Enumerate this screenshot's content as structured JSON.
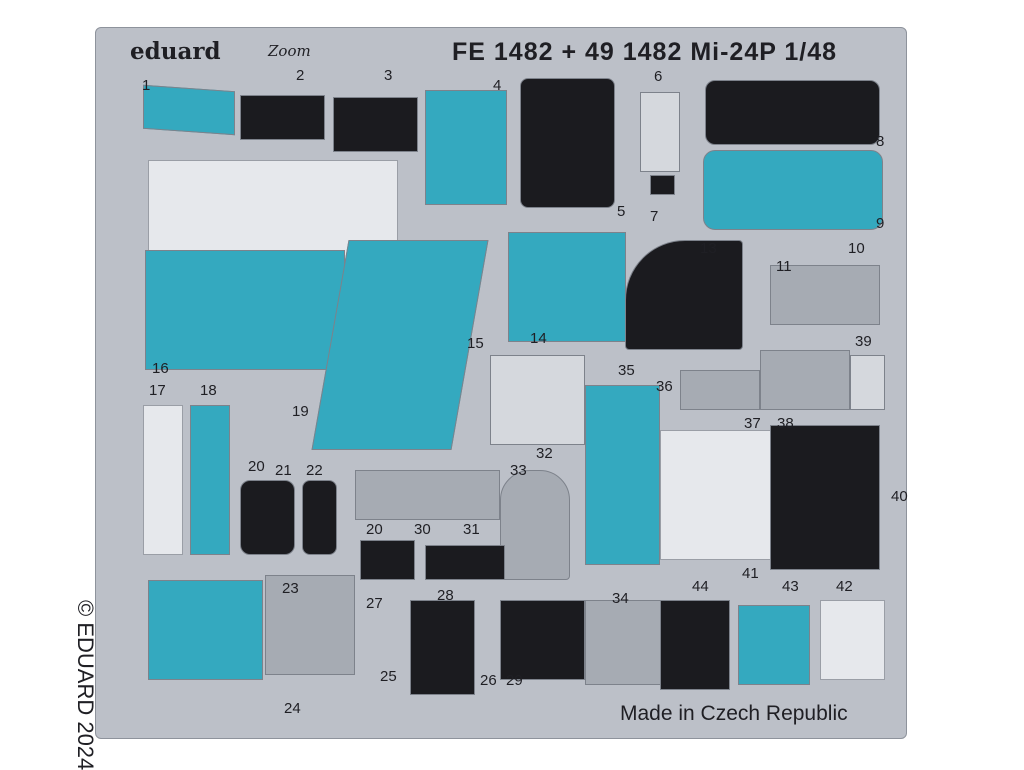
{
  "brand": "eduard",
  "sub_brand": "Zoom",
  "title": "FE 1482 + 49 1482  Mi-24P  1/48",
  "copyright": "© EDUARD 2024",
  "made_in": "Made in Czech Republic",
  "part_numbers": {
    "p1": "1",
    "p2": "2",
    "p3": "3",
    "p4": "4",
    "p5": "5",
    "p6": "6",
    "p7": "7",
    "p8": "8",
    "p9": "9",
    "p10": "10",
    "p11": "11",
    "p13": "13",
    "p14": "14",
    "p15": "15",
    "p16": "16",
    "p17": "17",
    "p18": "18",
    "p19": "19",
    "p20a": "20",
    "p20b": "20",
    "p21": "21",
    "p22": "22",
    "p23": "23",
    "p24": "24",
    "p25": "25",
    "p26": "26",
    "p27": "27",
    "p28": "28",
    "p29": "29",
    "p30": "30",
    "p31": "31",
    "p32": "32",
    "p33": "33",
    "p34": "34",
    "p35": "35",
    "p36": "36",
    "p37": "37",
    "p38": "38",
    "p39": "39",
    "p40": "40",
    "p41": "41",
    "p42": "42",
    "p43": "43",
    "p44": "44"
  },
  "colors": {
    "cyan": "#34a9bf",
    "panel_black": "#1b1b1f",
    "fret_grey": "#bcc0c8"
  }
}
